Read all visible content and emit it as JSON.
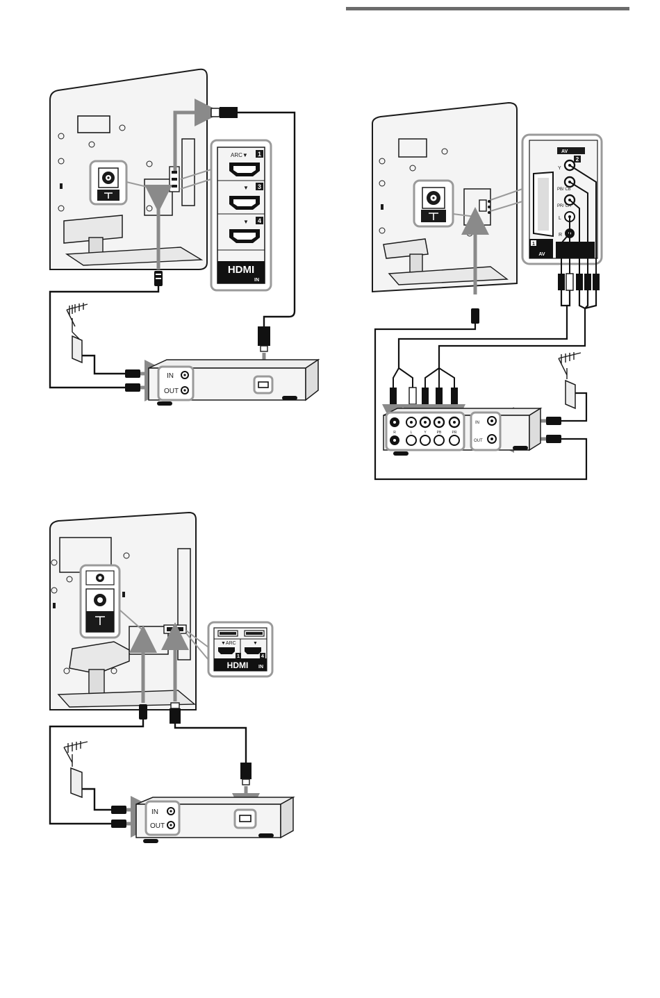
{
  "diagrams": {
    "top_left": {
      "hdmi_panel": {
        "port1_label": "ARC▼",
        "port1_number": "1",
        "port3_label": "▼",
        "port3_number": "3",
        "port4_label": "▼",
        "port4_number": "4",
        "logo": "HDMI",
        "logo_sub": "IN"
      },
      "box": {
        "in_label": "IN",
        "out_label": "OUT"
      }
    },
    "bottom_left": {
      "hdmi_panel": {
        "port1_label": "▼ARC",
        "port1_number": "1",
        "port4_label": "▼",
        "port4_number": "4",
        "logo": "HDMI",
        "logo_sub": "IN"
      },
      "box": {
        "in_label": "IN",
        "out_label": "OUT"
      }
    },
    "right": {
      "av_panel": {
        "av2_label": "AV",
        "av2_number": "2",
        "y_label": "Y",
        "pb_label": "PB/ CB",
        "pr_label": "PR/ CR",
        "l_label": "L",
        "r_label": "R",
        "av1_number": "1",
        "av1_label": "AV"
      },
      "player": {
        "jacks_bottom": [
          "R",
          "L",
          "Y",
          "PB",
          "PR"
        ],
        "in_label": "IN",
        "out_label": "OUT"
      }
    }
  },
  "colors": {
    "outline": "#1a1a1a",
    "panel_fill": "#f4f4f4",
    "callout_border": "#9a9a9a",
    "arrow_gray": "#8a8a8a",
    "black": "#111111",
    "rule": "#6b6b6b"
  }
}
